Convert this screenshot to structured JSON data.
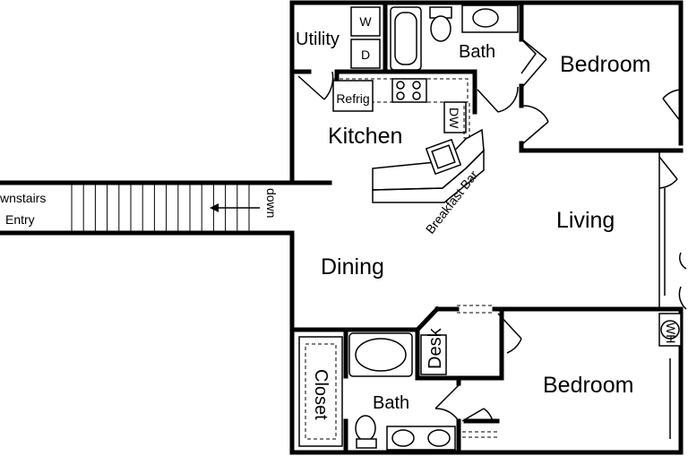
{
  "rooms": {
    "utility": "Utility",
    "bath_top": "Bath",
    "bedroom_top": "Bedroom",
    "kitchen": "Kitchen",
    "living": "Living",
    "dining": "Dining",
    "closet": "Closet",
    "bath_bottom": "Bath",
    "desk": "Desk",
    "bedroom_bottom": "Bedroom"
  },
  "fixtures": {
    "washer": "W",
    "dryer": "D",
    "refrigerator": "Refrig",
    "dishwasher": "DW",
    "water_heater": "WH",
    "breakfast_bar": "Breakfast Bar"
  },
  "stairs": {
    "line1": "wnstairs",
    "line2": "Entry",
    "direction": "down"
  }
}
